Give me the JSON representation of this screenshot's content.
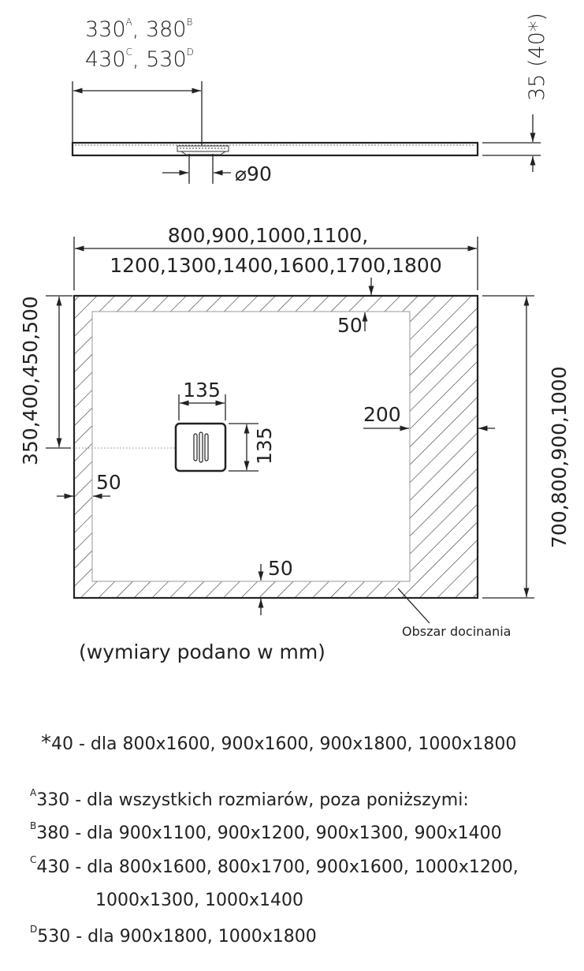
{
  "side_view": {
    "drain_offset_line1": {
      "a": "330",
      "a_sup": "A",
      "sep": ", ",
      "b": "380",
      "b_sup": "B"
    },
    "drain_offset_line2": {
      "a": "430",
      "a_sup": "C",
      "sep": ", ",
      "b": "530",
      "b_sup": "D"
    },
    "drain_diameter": "⌀90",
    "height": "35 (40*)"
  },
  "plan_view": {
    "width_line1": "800,900,1000,1100,",
    "width_line2": "1200,1300,1400,1600,1700,1800",
    "drain_position": "350,400,450,500",
    "depth": "700,800,900,1000",
    "drain_width": "135",
    "drain_height": "135",
    "margin_top": "50",
    "margin_right": "200",
    "margin_left": "50",
    "margin_bottom": "50",
    "cut_area_label": "Obszar docinania",
    "units_note": "(wymiary podano w mm)"
  },
  "notes": [
    {
      "marker": "*",
      "text": "40 - dla 800x1600, 900x1600, 900x1800, 1000x1800"
    },
    {
      "marker": "A",
      "text": "330 - dla wszystkich rozmiarów, poza poniższymi:"
    },
    {
      "marker": "B",
      "text": "380 - dla 900x1100, 900x1200, 900x1300, 900x1400"
    },
    {
      "marker": "C",
      "text": "430 - dla 800x1600, 800x1700, 900x1600, 1000x1200,"
    },
    {
      "marker": "",
      "text": "1000x1300, 1000x1400"
    },
    {
      "marker": "D",
      "text": "530 - dla 900x1800, 1000x1800"
    }
  ]
}
